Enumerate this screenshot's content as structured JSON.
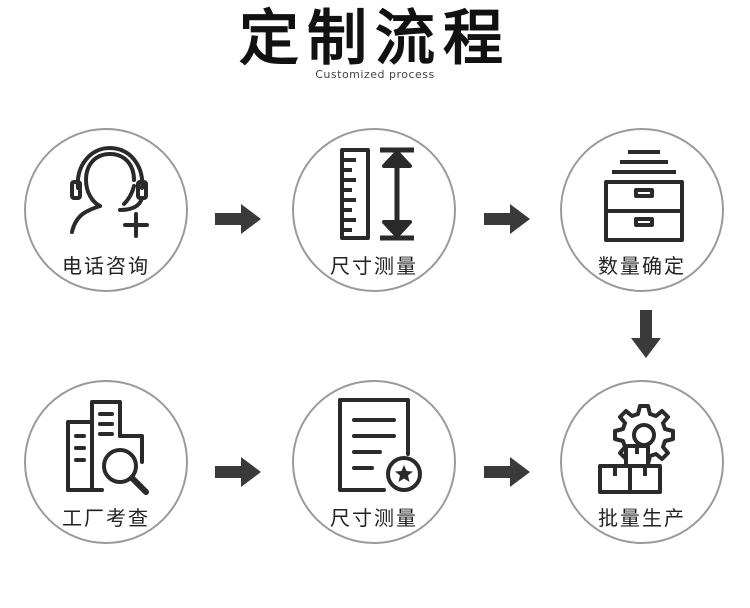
{
  "header": {
    "title": "定制流程",
    "subtitle": "Customized process"
  },
  "steps": [
    {
      "label": "电话咨询",
      "icon": "headset-user-icon"
    },
    {
      "label": "尺寸测量",
      "icon": "ruler-measure-icon"
    },
    {
      "label": "数量确定",
      "icon": "drawer-stack-icon"
    },
    {
      "label": "工厂考查",
      "icon": "building-search-icon"
    },
    {
      "label": "尺寸测量",
      "icon": "document-badge-icon"
    },
    {
      "label": "批量生产",
      "icon": "gear-boxes-icon"
    }
  ],
  "colors": {
    "arrow": "#3a3a3a",
    "circle_border": "#9a9a9a",
    "icon": "#2a2a2a"
  }
}
